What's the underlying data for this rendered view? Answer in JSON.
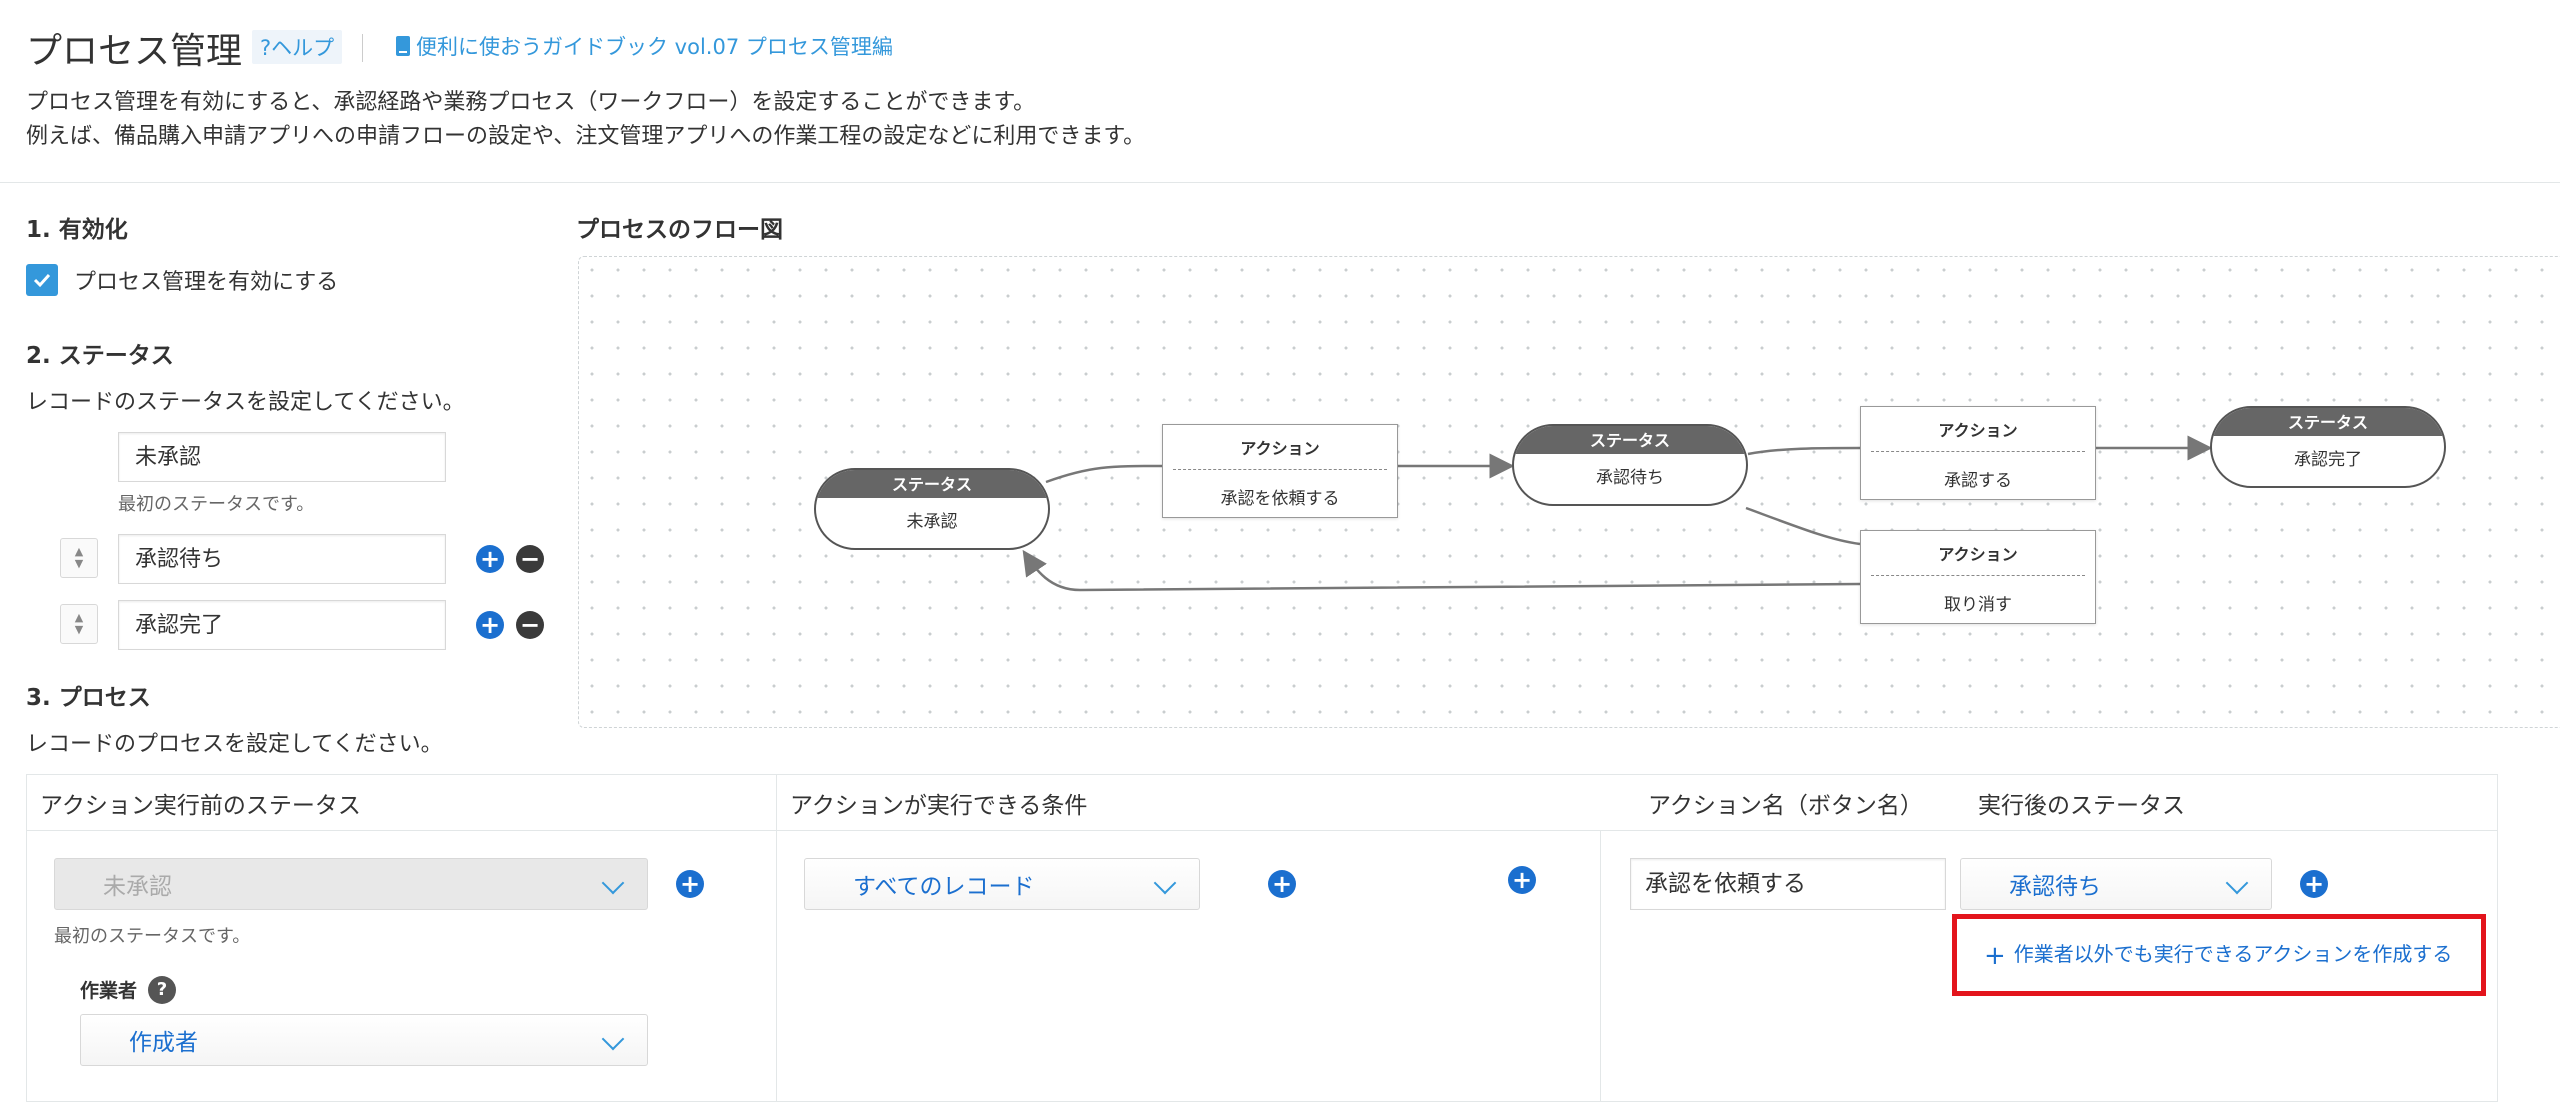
{
  "header": {
    "title": "プロセス管理",
    "help_label": "?ヘルプ",
    "guide_label": "便利に使おうガイドブック vol.07 プロセス管理編",
    "description_line1": "プロセス管理を有効にすると、承認経路や業務プロセス（ワークフロー）を設定することができます。",
    "description_line2": "例えば、備品購入申請アプリへの申請フローの設定や、注文管理アプリへの作業工程の設定などに利用できます。"
  },
  "enable_section": {
    "heading": "1. 有効化",
    "checkbox_label": "プロセス管理を有効にする",
    "checked": true
  },
  "status_section": {
    "heading": "2. ステータス",
    "instruction": "レコードのステータスを設定してください。",
    "first_note": "最初のステータスです。",
    "statuses": [
      "未承認",
      "承認待ち",
      "承認完了"
    ]
  },
  "process_section": {
    "heading": "3. プロセス",
    "instruction": "レコードのプロセスを設定してください。"
  },
  "flow": {
    "heading": "プロセスのフロー図",
    "status_header": "ステータス",
    "action_header": "アクション",
    "node_status_1": "未承認",
    "node_action_1": "承認を依頼する",
    "node_status_2": "承認待ち",
    "node_action_2": "承認する",
    "node_status_3": "承認完了",
    "node_action_3": "取り消す"
  },
  "table": {
    "col_before_status": "アクション実行前のステータス",
    "col_condition": "アクションが実行できる条件",
    "col_action_name": "アクション名（ボタン名）",
    "col_after_status": "実行後のステータス",
    "before_status_value": "未承認",
    "before_status_note": "最初のステータスです。",
    "assignee_label": "作業者",
    "assignee_value": "作成者",
    "condition_value": "すべてのレコード",
    "action_name_value": "承認を依頼する",
    "after_status_value": "承認待ち",
    "add_action_link": "作業者以外でも実行できるアクションを作成する"
  },
  "colors": {
    "accent": "#3498db",
    "link_blue": "#1b6fcf",
    "highlight_red": "#e3141c"
  }
}
